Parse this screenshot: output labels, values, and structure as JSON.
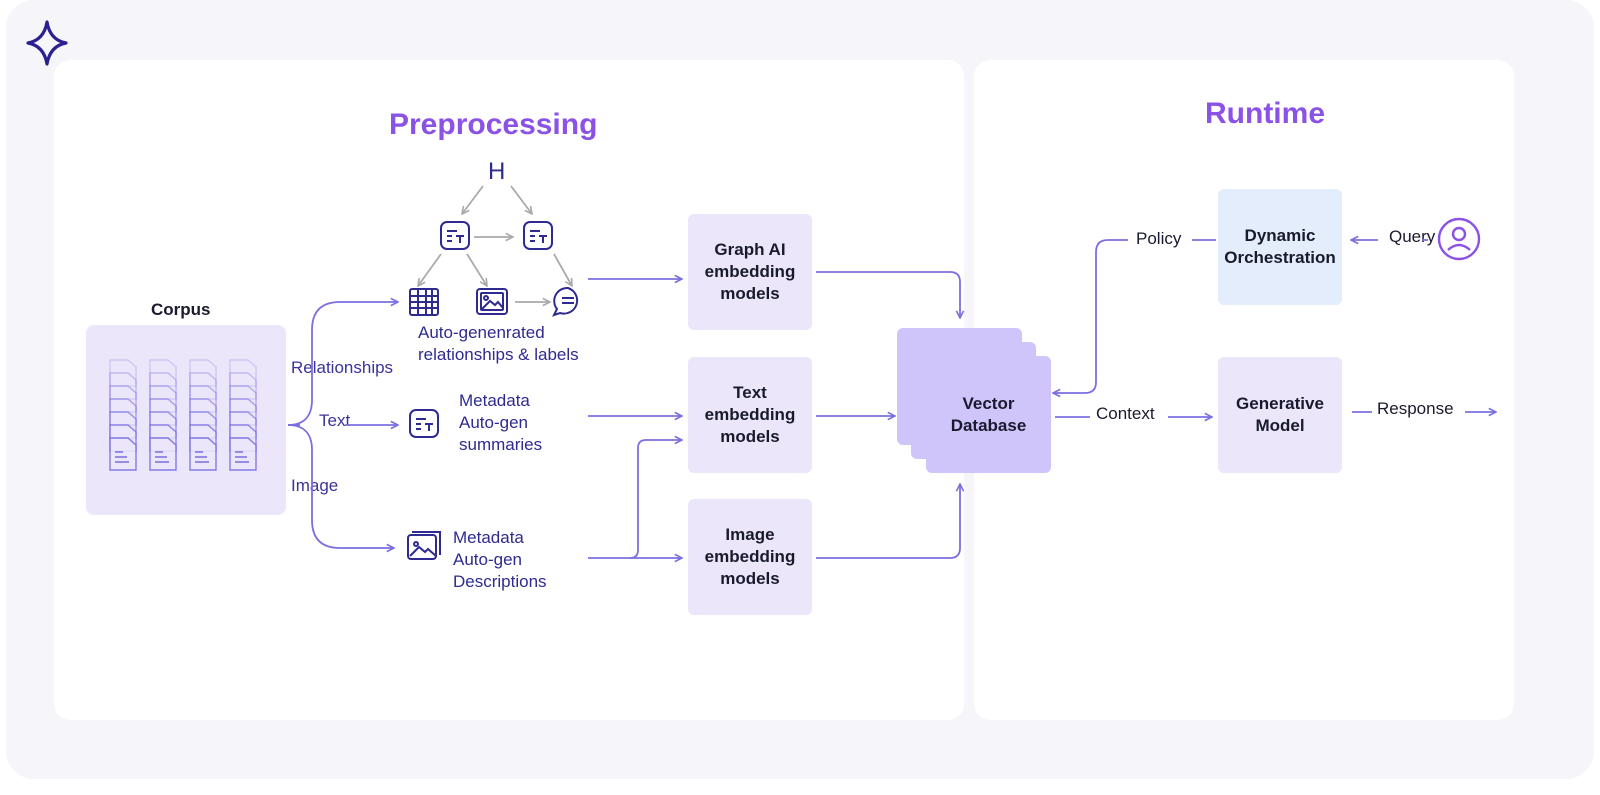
{
  "colors": {
    "accent": "#7b6fe0",
    "title": "#8a52e6",
    "node": "#ebe6fa",
    "vector": "#d0c5fa",
    "orchestration": "#e3edfb",
    "icon": "#2f2a8f"
  },
  "titles": {
    "preprocessing": "Preprocessing",
    "runtime": "Runtime"
  },
  "corpus": {
    "title": "Corpus"
  },
  "graph": {
    "root": "H",
    "caption": "Auto-genenrated\nrelationships & labels"
  },
  "branches": {
    "relationships": "Relationships",
    "text": "Text",
    "image": "Image"
  },
  "metadata": {
    "text": "Metadata\nAuto-gen\nsummaries",
    "image": "Metadata\nAuto-gen\nDescriptions"
  },
  "models": {
    "graph": "Graph AI\nembedding\nmodels",
    "text": "Text\nembedding\nmodels",
    "image": "Image\nembedding\nmodels"
  },
  "vector_db": "Vector\nDatabase",
  "runtime": {
    "dynamic": "Dynamic\nOrchestration",
    "generative": "Generative\nModel",
    "policy": "Policy",
    "query": "Query",
    "context": "Context",
    "response": "Response"
  },
  "icons": {
    "logo": "sparkle-logo-icon",
    "user": "user-icon",
    "document": "document-text-icon",
    "table": "table-icon",
    "image": "image-icon",
    "chat": "chat-bubble-icon"
  }
}
